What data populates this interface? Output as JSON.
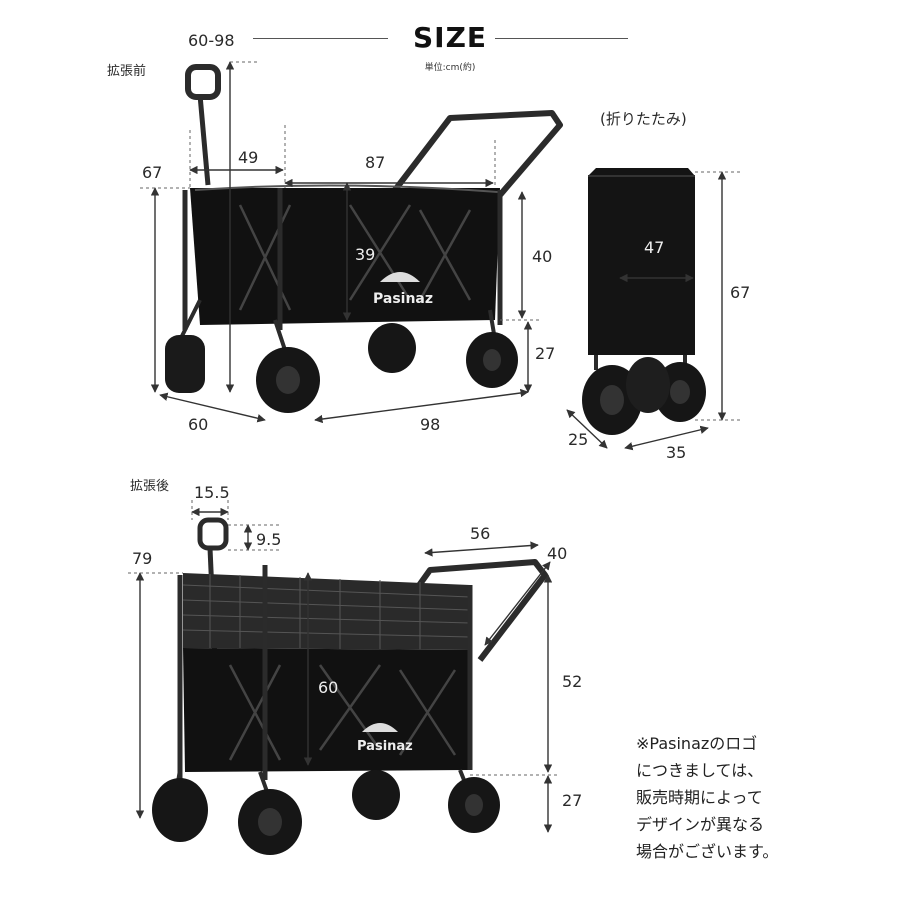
{
  "header": {
    "title": "SIZE",
    "unit": "単位:cm(約)"
  },
  "sections": {
    "before": {
      "label": "拡張前",
      "handle_height": "60-98",
      "overall_height": "67",
      "handle_offset": "49",
      "length_top": "87",
      "inner_depth": "39",
      "side_height": "40",
      "wheel_height": "27",
      "width": "60",
      "length": "98"
    },
    "folded": {
      "label": "(折りたたみ)",
      "width": "47",
      "height": "67",
      "depth": "25",
      "length": "35"
    },
    "after": {
      "label": "拡張後",
      "handle_width": "15.5",
      "handle_grip": "9.5",
      "overall_height": "79",
      "top_length": "56",
      "top_side": "40",
      "inner_depth": "60",
      "side_height": "52",
      "wheel_height": "27"
    }
  },
  "brand": {
    "logo_text": "Pasinaz"
  },
  "note": {
    "lines": [
      "※Pasinazのロゴ",
      "につきましては、",
      "販売時期によって",
      "デザインが異なる",
      "場合がございます。"
    ]
  },
  "colors": {
    "body": "#111111",
    "frame": "#2b2b2b",
    "mesh": "#3a3a3a",
    "line": "#444444"
  }
}
